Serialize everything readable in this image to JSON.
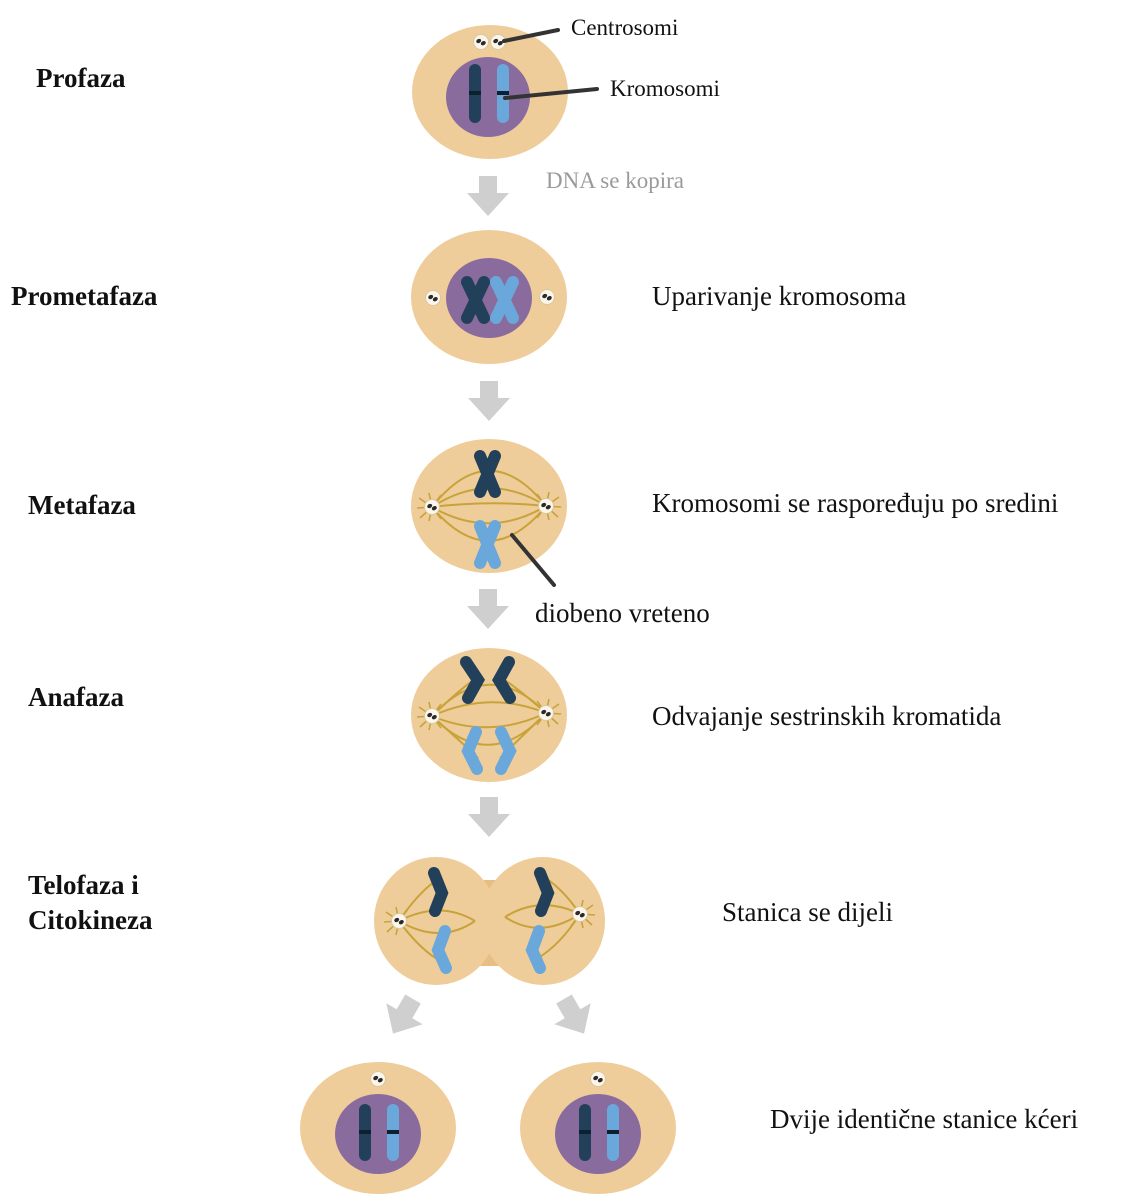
{
  "phases": {
    "prophase": "Profaza",
    "prometaphase": "Prometafaza",
    "metaphase": "Metafaza",
    "anaphase": "Anafaza",
    "telophase_line1": "Telofaza i",
    "telophase_line2": "Citokineza"
  },
  "descriptions": {
    "prometaphase": "Uparivanje kromosoma",
    "metaphase": "Kromosomi se raspoređuju po sredini",
    "anaphase": "Odvajanje sestrinskih kromatida",
    "telophase": "Stanica se dijeli",
    "daughters": "Dvije identične stanice kćeri"
  },
  "callouts": {
    "centrosomes": "Centrosomi",
    "chromosomes": "Kromosomi",
    "spindle": "diobeno vreteno"
  },
  "transition_note": "DNA se kopira",
  "colors": {
    "cytoplasm": "#efcd9a",
    "nucleus": "#8a6b9e",
    "chromosome_dark": "#22405a",
    "chromosome_light": "#6aa8dc",
    "spindle_fiber": "#c8a33a",
    "arrow": "#cfcfcf"
  }
}
